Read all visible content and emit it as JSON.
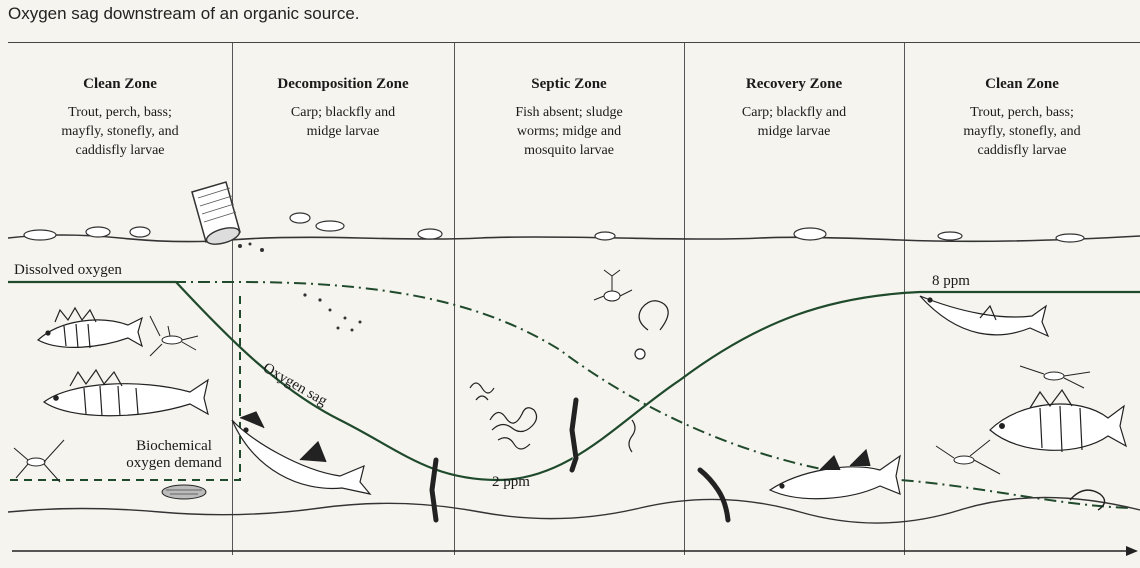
{
  "caption": "Oxygen sag downstream of an organic source.",
  "zones": [
    {
      "title": "Clean Zone",
      "desc": [
        "Trout, perch, bass;",
        "mayfly, stonefly, and",
        "caddisfly larvae"
      ]
    },
    {
      "title": "Decomposition Zone",
      "desc": [
        "Carp; blackfly and",
        "midge larvae"
      ]
    },
    {
      "title": "Septic Zone",
      "desc": [
        "Fish absent; sludge",
        "worms; midge and",
        "mosquito larvae"
      ]
    },
    {
      "title": "Recovery Zone",
      "desc": [
        "Carp; blackfly and",
        "midge larvae"
      ]
    },
    {
      "title": "Clean Zone",
      "desc": [
        "Trout, perch, bass;",
        "mayfly, stonefly, and",
        "caddisfly larvae"
      ]
    }
  ],
  "labels": {
    "dissolved_oxygen": "Dissolved oxygen",
    "oxygen_sag": "Oxygen sag",
    "bod_line1": "Biochemical",
    "bod_line2": "oxygen demand",
    "min_do": "2 ppm",
    "max_do": "8 ppm"
  },
  "colors": {
    "dissolved_oxygen_curve": "#1f4a2c",
    "bod_curve": "#1f4a2c",
    "water_line": "#333333"
  }
}
